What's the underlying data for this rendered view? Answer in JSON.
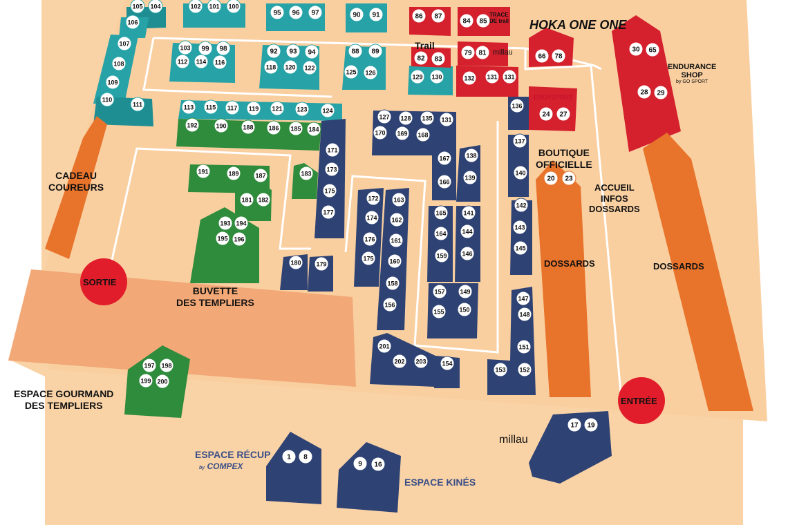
{
  "colors": {
    "ground": "#f9d2a6",
    "path": "#f2a877",
    "teal": "#27a3a7",
    "red": "#d4212d",
    "orange": "#e8732b",
    "green": "#2e8c3c",
    "navy": "#2e4374",
    "circle_red": "#e11d2b"
  },
  "areas": {
    "cadeau": "CADEAU\nCOUREURS",
    "sortie": "SORTIE",
    "entree": "ENTRÉE",
    "buvette": "BUVETTE\nDES TEMPLIERS",
    "gourmand": "ESPACE GOURMAND\nDES TEMPLIERS",
    "boutique": "BOUTIQUE\nOFFICIELLE",
    "accueil": "ACCUEIL\nINFOS\nDOSSARDS",
    "dossards_1": "DOSSARDS",
    "dossards_2": "DOSSARDS",
    "recup": "ESPACE RÉCUP",
    "kines": "ESPACE KINÉS"
  },
  "sponsors": {
    "hoka": "HOKA ONE ONE",
    "endurance_1": "ENDURANCE",
    "endurance_2": "SHOP",
    "endurance_3": "by GO SPORT",
    "trace": "TRACE DE trail",
    "trail": "Trail",
    "millau_1": "millau",
    "millau_2": "millau",
    "ergysport": "ERGYSPORT",
    "compex": "COMPEX",
    "compex_by": "by"
  },
  "stands": [
    {
      "n": "105",
      "c": "teal"
    },
    {
      "n": "104",
      "c": "teal"
    },
    {
      "n": "106",
      "c": "teal"
    },
    {
      "n": "107",
      "c": "teal"
    },
    {
      "n": "108",
      "c": "teal"
    },
    {
      "n": "109",
      "c": "teal"
    },
    {
      "n": "110",
      "c": "teal"
    },
    {
      "n": "111",
      "c": "teal"
    },
    {
      "n": "102",
      "c": "teal"
    },
    {
      "n": "101",
      "c": "teal"
    },
    {
      "n": "100",
      "c": "teal"
    },
    {
      "n": "95",
      "c": "teal"
    },
    {
      "n": "96",
      "c": "teal"
    },
    {
      "n": "97",
      "c": "teal"
    },
    {
      "n": "90",
      "c": "teal"
    },
    {
      "n": "91",
      "c": "teal"
    },
    {
      "n": "103",
      "c": "teal"
    },
    {
      "n": "99",
      "c": "teal"
    },
    {
      "n": "98",
      "c": "teal"
    },
    {
      "n": "112",
      "c": "teal"
    },
    {
      "n": "114",
      "c": "teal"
    },
    {
      "n": "116",
      "c": "teal"
    },
    {
      "n": "92",
      "c": "teal"
    },
    {
      "n": "93",
      "c": "teal"
    },
    {
      "n": "94",
      "c": "teal"
    },
    {
      "n": "118",
      "c": "teal"
    },
    {
      "n": "120",
      "c": "teal"
    },
    {
      "n": "122",
      "c": "teal"
    },
    {
      "n": "88",
      "c": "teal"
    },
    {
      "n": "89",
      "c": "teal"
    },
    {
      "n": "125",
      "c": "teal"
    },
    {
      "n": "126",
      "c": "teal"
    },
    {
      "n": "129",
      "c": "teal"
    },
    {
      "n": "130",
      "c": "teal"
    },
    {
      "n": "113",
      "c": "teal"
    },
    {
      "n": "115",
      "c": "teal"
    },
    {
      "n": "117",
      "c": "teal"
    },
    {
      "n": "119",
      "c": "teal"
    },
    {
      "n": "121",
      "c": "teal"
    },
    {
      "n": "123",
      "c": "teal"
    },
    {
      "n": "124",
      "c": "teal"
    },
    {
      "n": "86",
      "c": "red"
    },
    {
      "n": "87",
      "c": "red"
    },
    {
      "n": "84",
      "c": "red"
    },
    {
      "n": "85",
      "c": "red"
    },
    {
      "n": "82",
      "c": "red"
    },
    {
      "n": "83",
      "c": "red"
    },
    {
      "n": "79",
      "c": "red"
    },
    {
      "n": "81",
      "c": "red"
    },
    {
      "n": "132",
      "c": "red"
    },
    {
      "n": "131",
      "c": "red"
    },
    {
      "n": "131",
      "c": "red"
    },
    {
      "n": "66",
      "c": "red"
    },
    {
      "n": "78",
      "c": "red"
    },
    {
      "n": "24",
      "c": "red"
    },
    {
      "n": "27",
      "c": "red"
    },
    {
      "n": "30",
      "c": "red"
    },
    {
      "n": "65",
      "c": "red"
    },
    {
      "n": "28",
      "c": "red"
    },
    {
      "n": "29",
      "c": "red"
    },
    {
      "n": "20",
      "c": "orange"
    },
    {
      "n": "23",
      "c": "orange"
    },
    {
      "n": "192",
      "c": "green"
    },
    {
      "n": "190",
      "c": "green"
    },
    {
      "n": "188",
      "c": "green"
    },
    {
      "n": "186",
      "c": "green"
    },
    {
      "n": "185",
      "c": "green"
    },
    {
      "n": "184",
      "c": "green"
    },
    {
      "n": "191",
      "c": "green"
    },
    {
      "n": "189",
      "c": "green"
    },
    {
      "n": "187",
      "c": "green"
    },
    {
      "n": "183",
      "c": "green"
    },
    {
      "n": "181",
      "c": "green"
    },
    {
      "n": "182",
      "c": "green"
    },
    {
      "n": "193",
      "c": "green"
    },
    {
      "n": "194",
      "c": "green"
    },
    {
      "n": "195",
      "c": "green"
    },
    {
      "n": "196",
      "c": "green"
    },
    {
      "n": "197",
      "c": "green"
    },
    {
      "n": "198",
      "c": "green"
    },
    {
      "n": "199",
      "c": "green"
    },
    {
      "n": "200",
      "c": "green"
    },
    {
      "n": "171",
      "c": "navy"
    },
    {
      "n": "173",
      "c": "navy"
    },
    {
      "n": "175",
      "c": "navy"
    },
    {
      "n": "177",
      "c": "navy"
    },
    {
      "n": "127",
      "c": "navy"
    },
    {
      "n": "128",
      "c": "navy"
    },
    {
      "n": "135",
      "c": "navy"
    },
    {
      "n": "131",
      "c": "navy"
    },
    {
      "n": "170",
      "c": "navy"
    },
    {
      "n": "169",
      "c": "navy"
    },
    {
      "n": "168",
      "c": "navy"
    },
    {
      "n": "167",
      "c": "navy"
    },
    {
      "n": "166",
      "c": "navy"
    },
    {
      "n": "138",
      "c": "navy"
    },
    {
      "n": "139",
      "c": "navy"
    },
    {
      "n": "136",
      "c": "navy"
    },
    {
      "n": "137",
      "c": "navy"
    },
    {
      "n": "140",
      "c": "navy"
    },
    {
      "n": "172",
      "c": "navy"
    },
    {
      "n": "174",
      "c": "navy"
    },
    {
      "n": "176",
      "c": "navy"
    },
    {
      "n": "175",
      "c": "navy"
    },
    {
      "n": "163",
      "c": "navy"
    },
    {
      "n": "162",
      "c": "navy"
    },
    {
      "n": "161",
      "c": "navy"
    },
    {
      "n": "160",
      "c": "navy"
    },
    {
      "n": "158",
      "c": "navy"
    },
    {
      "n": "156",
      "c": "navy"
    },
    {
      "n": "165",
      "c": "navy"
    },
    {
      "n": "164",
      "c": "navy"
    },
    {
      "n": "159",
      "c": "navy"
    },
    {
      "n": "141",
      "c": "navy"
    },
    {
      "n": "144",
      "c": "navy"
    },
    {
      "n": "146",
      "c": "navy"
    },
    {
      "n": "142",
      "c": "navy"
    },
    {
      "n": "143",
      "c": "navy"
    },
    {
      "n": "145",
      "c": "navy"
    },
    {
      "n": "157",
      "c": "navy"
    },
    {
      "n": "155",
      "c": "navy"
    },
    {
      "n": "149",
      "c": "navy"
    },
    {
      "n": "150",
      "c": "navy"
    },
    {
      "n": "147",
      "c": "navy"
    },
    {
      "n": "148",
      "c": "navy"
    },
    {
      "n": "151",
      "c": "navy"
    },
    {
      "n": "152",
      "c": "navy"
    },
    {
      "n": "153",
      "c": "navy"
    },
    {
      "n": "180",
      "c": "navy"
    },
    {
      "n": "179",
      "c": "navy"
    },
    {
      "n": "201",
      "c": "navy"
    },
    {
      "n": "202",
      "c": "navy"
    },
    {
      "n": "203",
      "c": "navy"
    },
    {
      "n": "154",
      "c": "navy"
    },
    {
      "n": "17",
      "c": "navy"
    },
    {
      "n": "19",
      "c": "navy"
    },
    {
      "n": "1",
      "c": "navy"
    },
    {
      "n": "8",
      "c": "navy"
    },
    {
      "n": "9",
      "c": "navy"
    },
    {
      "n": "16",
      "c": "navy"
    }
  ]
}
